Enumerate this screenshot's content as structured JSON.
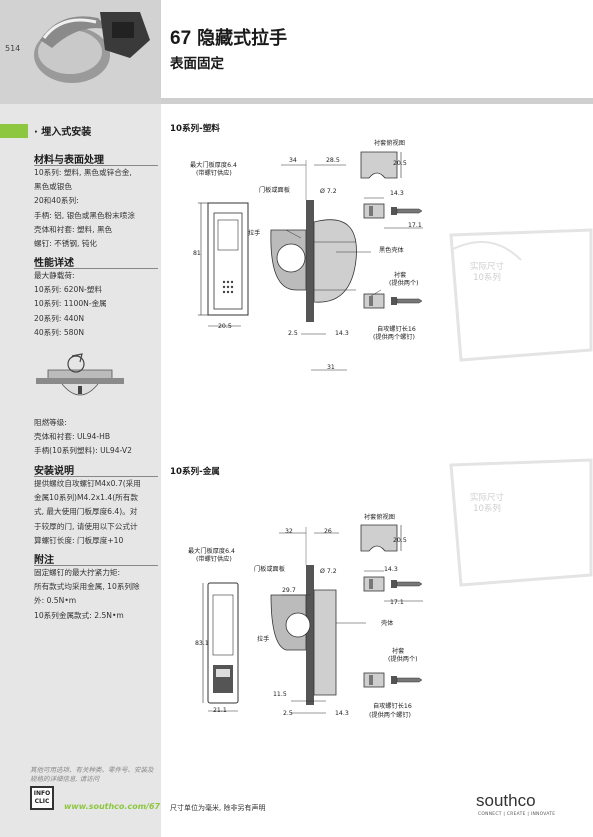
{
  "page": {
    "number": "514"
  },
  "header": {
    "product_number": "67",
    "title": "隐藏式拉手",
    "subtitle": "表面固定"
  },
  "sidebar": {
    "install_type": "· 埋入式安装",
    "materials": {
      "heading": "材料与表面处理",
      "lines": [
        "10系列: 塑料, 黑色或锌合金,",
        "黑色或银色",
        "20和40系列:",
        "手柄: 铝, 银色或黑色粉末喷涂",
        "壳体和衬套: 塑料, 黑色",
        "螺钉: 不锈钢, 钝化"
      ]
    },
    "performance": {
      "heading": "性能详述",
      "lines": [
        "最大静载荷:",
        "10系列: 620N-塑料",
        "10系列: 1100N-金属",
        "20系列: 440N",
        "40系列: 580N"
      ]
    },
    "flammability": {
      "lines": [
        "阻燃等级:",
        "壳体和衬套: UL94-HB",
        "手柄(10系列塑料): UL94-V2"
      ]
    },
    "installation": {
      "heading": "安装说明",
      "lines": [
        "提供螺纹自攻螺钉M4x0.7(采用",
        "金属10系列)M4.2x1.4(所有款",
        "式, 最大使用门板厚度6.4)。对",
        "于较厚的门, 请使用以下公式计",
        "算螺钉长度: 门板厚度+10"
      ]
    },
    "notes": {
      "heading": "附注",
      "lines": [
        "固定螺钉的最大拧紧力矩:",
        "所有款式均采用金属, 10系列除",
        "外: 0.5N•m",
        "10系列金属款式: 2.5N•m"
      ]
    }
  },
  "plastic": {
    "title": "10系列-塑料",
    "labels": {
      "max_panel": "最大门板厚度6.4",
      "with_screw": "(带螺钉供应)",
      "top_view": "衬套俯视图",
      "door_panel": "门板或面板",
      "handle": "拉手",
      "shell": "黑色壳体",
      "bushing": "衬套",
      "bushing_sup": "(提供两个)",
      "screw": "自攻螺钉长16",
      "screw_sup": "(提供两个螺钉)"
    },
    "dims": {
      "d34": "34",
      "d28_5": "28.5",
      "d20_5_top": "20.5",
      "d7_2": "Ø 7.2",
      "d14_3_a": "14.3",
      "d17_1": "17.1",
      "d81": "81",
      "d20_5": "20.5",
      "d2_5": "2.5",
      "d14_3_b": "14.3",
      "d31": "31"
    },
    "stamp": [
      "实际尺寸",
      "10系列"
    ]
  },
  "metal": {
    "title": "10系列-金属",
    "labels": {
      "max_panel": "最大门板厚度6.4",
      "with_screw": "(带螺钉供应)",
      "top_view": "衬套俯视图",
      "door_panel": "门板或面板",
      "handle": "拉手",
      "shell": "壳体",
      "bushing": "衬套",
      "bushing_sup": "(提供两个)",
      "screw": "自攻螺钉长16",
      "screw_sup": "(提供两个螺钉)"
    },
    "dims": {
      "d32": "32",
      "d26": "26",
      "d20_5_top": "20.5",
      "d7_2": "Ø 7.2",
      "d29_7": "29.7",
      "d14_3_a": "14.3",
      "d17_1": "17.1",
      "d83_1": "83.1",
      "d21_1": "21.1",
      "d11_5": "11.5",
      "d2_5": "2.5",
      "d14_3_b": "14.3"
    },
    "stamp": [
      "实际尺寸",
      "10系列"
    ]
  },
  "footer": {
    "note": "其他可用选项、有关种类、零件号、安装及规格的详细信息, 请访问",
    "info_click": [
      "INFO",
      "CLIC"
    ],
    "url": "www.southco.com/67",
    "units": "尺寸单位为毫米, 除非另有声明",
    "brand": "southco",
    "brand_tag": "CONNECT | CREATE | INNOVATE"
  },
  "colors": {
    "accent": "#8dc63f",
    "sidebar": "#e6e6e6",
    "header_band": "#cfcfcf"
  }
}
